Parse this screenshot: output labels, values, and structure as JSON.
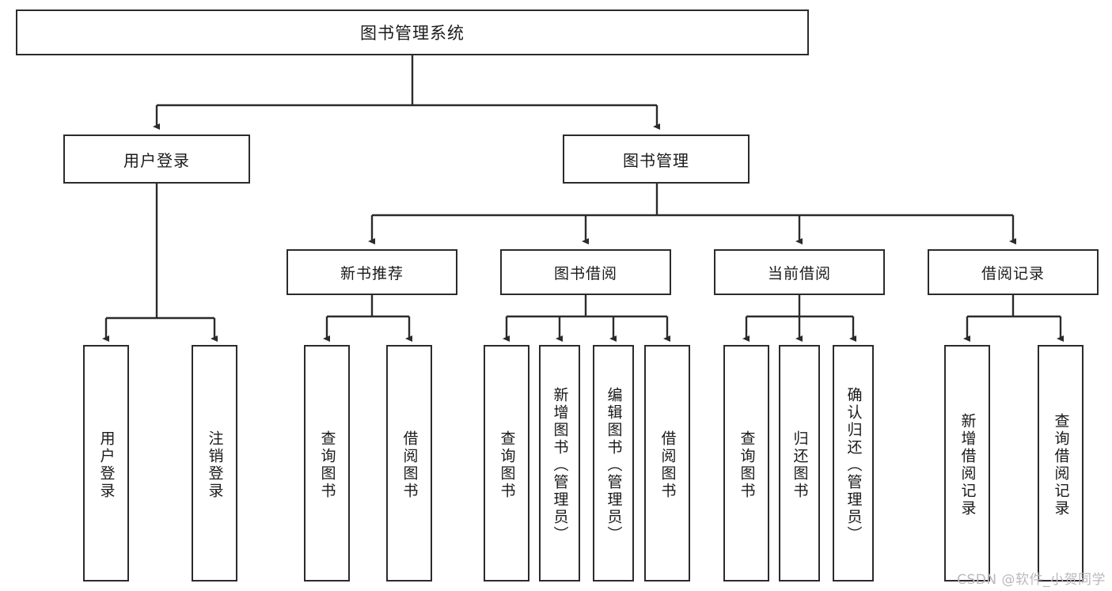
{
  "diagram": {
    "title": "图书管理系统",
    "type": "tree-hierarchy",
    "watermark": "CSDN @软件_小贺同学",
    "colors": {
      "border": "#2b2b2b",
      "background": "#ffffff",
      "text": "#1a1a1a",
      "watermark": "#b9b9b9"
    },
    "root": {
      "label": "图书管理系统"
    },
    "level2": [
      {
        "label": "用户登录"
      },
      {
        "label": "图书管理"
      }
    ],
    "level3": [
      {
        "label": "新书推荐"
      },
      {
        "label": "图书借阅"
      },
      {
        "label": "当前借阅"
      },
      {
        "label": "借阅记录"
      }
    ],
    "leaves": {
      "user_login": [
        {
          "label": "用户登录"
        },
        {
          "label": "注销登录"
        }
      ],
      "new_book_recommend": [
        {
          "label": "查询图书"
        },
        {
          "label": "借阅图书"
        }
      ],
      "book_borrow": [
        {
          "label": "查询图书"
        },
        {
          "label": "新增图书（管理员）"
        },
        {
          "label": "编辑图书（管理员）"
        },
        {
          "label": "借阅图书"
        }
      ],
      "current_borrow": [
        {
          "label": "查询图书"
        },
        {
          "label": "归还图书"
        },
        {
          "label": "确认归还（管理员）"
        }
      ],
      "borrow_record": [
        {
          "label": "新增借阅记录"
        },
        {
          "label": "查询借阅记录"
        }
      ]
    }
  }
}
